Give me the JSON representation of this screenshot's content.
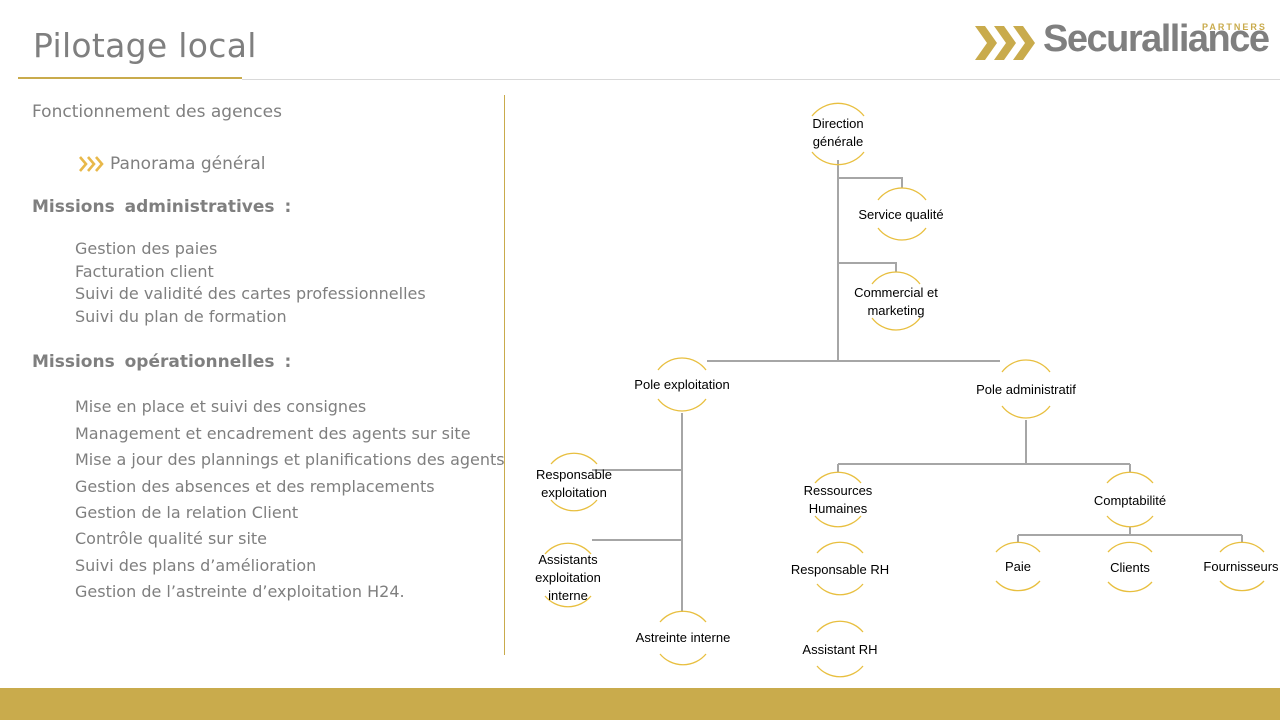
{
  "header": {
    "title": "Pilotage local",
    "logo_name": "Securalliance",
    "logo_sub": "PARTNERS"
  },
  "left": {
    "section_title": "Fonctionnement des agences",
    "nav_icon": "triple-chevron-icon",
    "nav_label": "Panorama général",
    "admin_heading": "Missions administratives :",
    "admin_items": [
      "Gestion des paies",
      "Facturation client",
      "Suivi de validité des cartes professionnelles",
      "Suivi du plan de formation"
    ],
    "ops_heading": "Missions opérationnelles :",
    "ops_items": [
      "Mise en place et suivi des consignes",
      "Management et encadrement des agents sur site",
      "Mise a jour des plannings et planifications des agents",
      "Gestion des absences et des remplacements",
      "Gestion de la relation Client",
      "Contrôle qualité sur site",
      "Suivi des plans d’amélioration",
      "Gestion de l’astreinte d’exploitation H24."
    ]
  },
  "org": {
    "direction": [
      "Direction",
      "générale"
    ],
    "qualite": [
      "Service qualité"
    ],
    "commercial": [
      "Commercial et",
      "marketing"
    ],
    "pole_exploitation": [
      "Pole exploitation"
    ],
    "pole_admin": [
      "Pole administratif"
    ],
    "resp_exploitation": [
      "Responsable",
      "exploitation"
    ],
    "assistants": [
      "Assistants",
      "exploitation",
      "interne"
    ],
    "astreinte": [
      "Astreinte interne"
    ],
    "rh": [
      "Ressources",
      "Humaines"
    ],
    "resp_rh": [
      "Responsable RH"
    ],
    "assistant_rh": [
      "Assistant RH"
    ],
    "compta": [
      "Comptabilité"
    ],
    "paie": [
      "Paie"
    ],
    "clients": [
      "Clients"
    ],
    "fournisseurs": [
      "Fournisseurs"
    ]
  },
  "colors": {
    "accent": "#c9ab4c",
    "text": "#7f7f7f",
    "connector": "#a6a6a6",
    "node_arc": "#e8bf3f"
  }
}
